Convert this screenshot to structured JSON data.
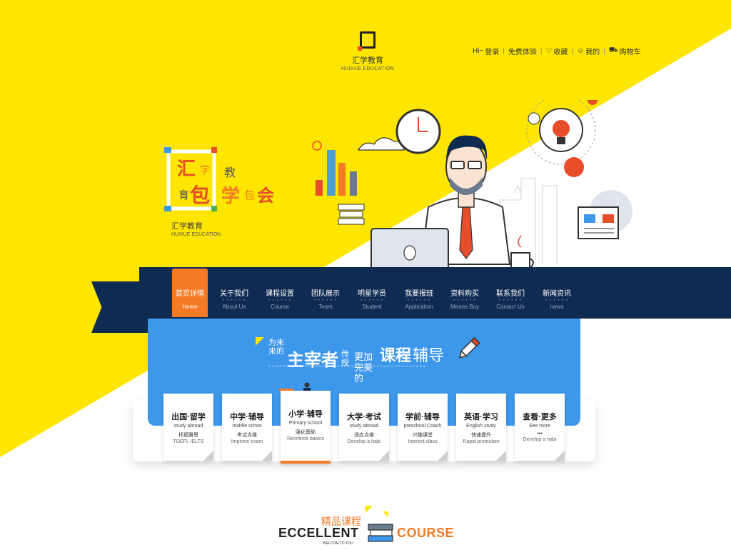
{
  "header": {
    "logo_cn": "汇学教育",
    "logo_en": "HUIXUE EDUCATION",
    "links": {
      "hi": "Hi~",
      "login": "登录",
      "free_trial": "免费体验",
      "favorite": "收藏",
      "mine": "我的",
      "cart": "购物车"
    }
  },
  "brand": {
    "chars": [
      "汇",
      "学",
      "教",
      "育",
      "包",
      "学",
      "包",
      "会"
    ],
    "name_cn": "汇学教育",
    "name_en": "HUIXUE EDUCATION"
  },
  "nav": {
    "active": {
      "cn": "首页详情",
      "en": "Home"
    },
    "items": [
      {
        "cn": "关于我们",
        "en": "About Us"
      },
      {
        "cn": "课程设置",
        "en": "Course"
      },
      {
        "cn": "团队展示",
        "en": "Team"
      },
      {
        "cn": "明星学员",
        "en": "Student"
      },
      {
        "cn": "我要报班",
        "en": "Application"
      },
      {
        "cn": "资料购买",
        "en": "Means Buy"
      },
      {
        "cn": "联系我们",
        "en": "Contact Us"
      },
      {
        "cn": "新闻资讯",
        "en": "news"
      }
    ]
  },
  "slogan": {
    "part1": "为未来的",
    "part2": "主宰者",
    "part3": "传授",
    "part4": "更加完美的",
    "part5": "课程",
    "part6": "辅导"
  },
  "cards": [
    {
      "title": "出国·留学",
      "en": "study abroad",
      "cn": "托福雅思",
      "en2": "TOEFL IELTS"
    },
    {
      "title": "中学·辅导",
      "en": "middle schoo",
      "cn": "考试点拨",
      "en2": "Improve exam"
    },
    {
      "title": "小学·辅导",
      "en": "Primary school",
      "cn": "强化基础",
      "en2": "Reinforce basics"
    },
    {
      "title": "大学·考试",
      "en": "study abroad",
      "cn": "适应点拨",
      "en2": "Develop a habi"
    },
    {
      "title": "学前·辅导",
      "en": "preschool Coach",
      "cn": "兴趣课堂",
      "en2": "Interest class"
    },
    {
      "title": "英语·学习",
      "en": "English study",
      "cn": "快速提升",
      "en2": "Rapid promotion"
    },
    {
      "title": "查看·更多",
      "en": "See more",
      "cn": "•••",
      "en2": "Develop a habi"
    }
  ],
  "section": {
    "cn": "精品课程",
    "word1": "ECCELLENT",
    "word2": "COURSE",
    "sub": "WELCOM TO YOU"
  },
  "colors": {
    "yellow": "#ffe600",
    "navy": "#0f2b52",
    "orange": "#f57a25",
    "blue": "#3d97ea",
    "red": "#e84d2a"
  }
}
